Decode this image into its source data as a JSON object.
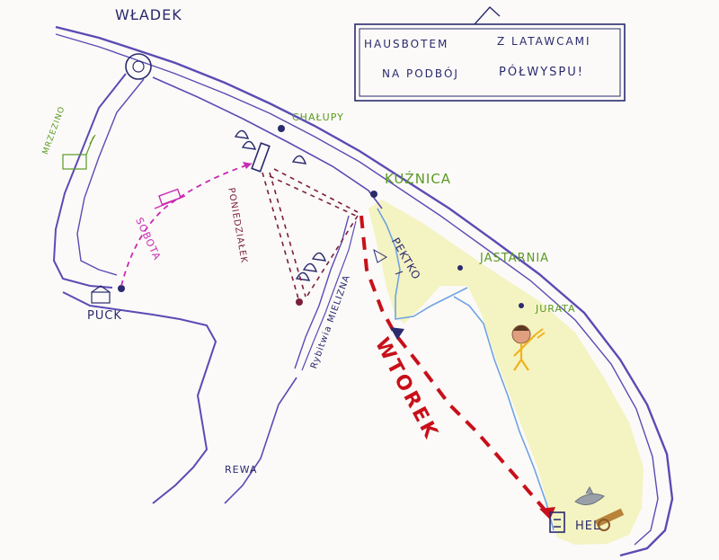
{
  "title_box": {
    "line1a": "HAUSBOTEM",
    "line1b": "Z LATAWCAMI",
    "line2a": "NA PODBÓJ",
    "line2b": "PÓŁWYSPU!"
  },
  "places": {
    "wladek": "WŁADEK",
    "chalupy": "CHAŁUPY",
    "kuznica": "KUŹNICA",
    "jastarnia": "JASTARNIA",
    "jurata": "JURATA",
    "hel": "HEL",
    "puck": "PUCK",
    "mrzezino": "MRZEZINO",
    "rewa": "REWA",
    "peklo": "PEKTKO",
    "rybitwa_mielizna": "Rybitwia MIELIZNA"
  },
  "routes": {
    "sobota": "SOBOTA",
    "poniedzialek": "PONIEDZIAŁEK",
    "wtorek": "WTOREK"
  },
  "colors": {
    "ink": "#2a2a6e",
    "purple_coast": "#5b4bb4",
    "sand": "#f4f3c2",
    "water_blue": "#6fa3e0",
    "route_sobota": "#c92ab4",
    "route_poniedzialek": "#7a1f3d",
    "route_wtorek": "#c8101a",
    "town_green": "#5a9a23"
  },
  "icons": {
    "kitesurf": "kite-sail-icon",
    "boat": "houseboat-icon",
    "dolphin": "dolphin-icon",
    "cannon": "cannon-icon",
    "person": "waving-person-icon"
  }
}
